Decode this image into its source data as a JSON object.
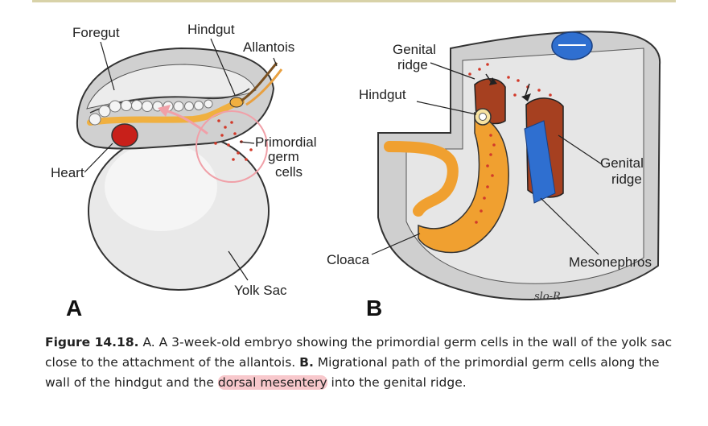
{
  "panel_a": {
    "letter": "A",
    "labels": {
      "foregut": "Foregut",
      "hindgut": "Hindgut",
      "allantois": "Allantois",
      "pgc_line1": "Primordial",
      "pgc_line2": "germ",
      "pgc_line3": "cells",
      "heart": "Heart",
      "yolk_sac": "Yolk Sac"
    }
  },
  "panel_b": {
    "letter": "B",
    "labels": {
      "genital_ridge_top_1": "Genital",
      "genital_ridge_top_2": "ridge",
      "hindgut": "Hindgut",
      "genital_ridge_right_1": "Genital",
      "genital_ridge_right_2": "ridge",
      "cloaca": "Cloaca",
      "mesonephros": "Mesonephros",
      "signature": "slo-R"
    }
  },
  "caption": {
    "figure_label": "Figure 14.18.",
    "part_a_marker": "A.",
    "part_a_text": "A 3-week-old embryo showing the primordial germ cells in the wall of the yolk sac close to the attachment of the allantois.",
    "part_b_marker": "B.",
    "part_b_text_before": "Migrational path of the primordial germ cells along the wall of the hindgut and the",
    "part_b_highlight": "dorsal mesentery",
    "part_b_text_after": "into the genital ridge."
  },
  "colors": {
    "gut": "#f0b040",
    "heart": "#c8201a",
    "germ_cells": "#d23a2a",
    "annotation": "#f0a0a8",
    "mesonephros_blue": "#2f6fd0",
    "tissue_gray": "#c9c9c9"
  }
}
